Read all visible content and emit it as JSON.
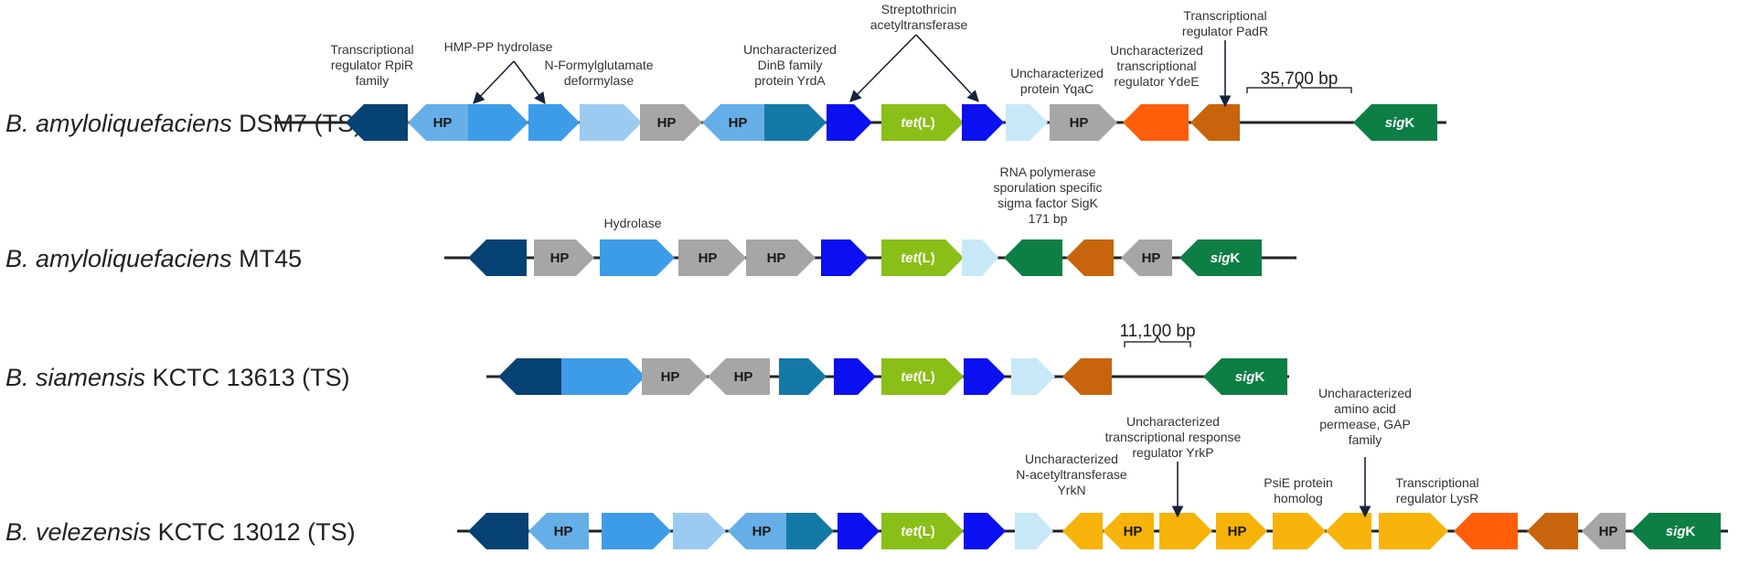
{
  "colors": {
    "navy": "#064273",
    "lightblue": "#66aee8",
    "mediumblue": "#3d9ce8",
    "paleblue": "#9ccbf2",
    "gray": "#a6a6a6",
    "teal": "#1579a8",
    "royal": "#0a10f0",
    "green": "#8abf17",
    "skyblue": "#c7e9f7",
    "orange": "#ff5e0a",
    "brown": "#c8650c",
    "darkgreen": "#0d7f45",
    "amber": "#f7b30a"
  },
  "tracks": [
    {
      "genus": "B. amyloliquefaciens",
      "strain": "DSM7 (TS)",
      "genes": [
        {
          "color": "navy",
          "dir": "L"
        },
        {
          "color": "lightblue",
          "dir": "L",
          "label": "HP"
        },
        {
          "color": "mediumblue",
          "dir": "R"
        },
        {
          "color": "mediumblue",
          "dir": "R"
        },
        {
          "color": "paleblue",
          "dir": "R"
        },
        {
          "color": "gray",
          "dir": "R",
          "label": "HP"
        },
        {
          "color": "lightblue",
          "dir": "L",
          "label": "HP"
        },
        {
          "color": "teal",
          "dir": "R"
        },
        {
          "color": "royal",
          "dir": "R"
        },
        {
          "color": "green",
          "dir": "R",
          "label": "tet",
          "label_suffix": "(L)"
        },
        {
          "color": "royal",
          "dir": "R"
        },
        {
          "color": "skyblue",
          "dir": "R"
        },
        {
          "color": "gray",
          "dir": "R",
          "label": "HP"
        },
        {
          "color": "orange",
          "dir": "L"
        },
        {
          "color": "brown",
          "dir": "L"
        },
        {
          "color": "darkgreen",
          "dir": "L",
          "label": "sig",
          "label_suffix": "K"
        }
      ],
      "gap": {
        "label": "35,700 bp"
      }
    },
    {
      "genus": "B. amyloliquefaciens",
      "strain": "MT45",
      "genes": [
        {
          "color": "navy",
          "dir": "L"
        },
        {
          "color": "gray",
          "dir": "R",
          "label": "HP"
        },
        {
          "color": "mediumblue",
          "dir": "R"
        },
        {
          "color": "gray",
          "dir": "R",
          "label": "HP"
        },
        {
          "color": "gray",
          "dir": "R",
          "label": "HP"
        },
        {
          "color": "royal",
          "dir": "R"
        },
        {
          "color": "green",
          "dir": "R",
          "label": "tet",
          "label_suffix": "(L)"
        },
        {
          "color": "skyblue",
          "dir": "R"
        },
        {
          "color": "darkgreen",
          "dir": "L"
        },
        {
          "color": "brown",
          "dir": "L"
        },
        {
          "color": "gray",
          "dir": "L",
          "label": "HP"
        },
        {
          "color": "darkgreen",
          "dir": "L",
          "label": "sig",
          "label_suffix": "K"
        }
      ]
    },
    {
      "genus": "B. siamensis",
      "strain": "KCTC 13613 (TS)",
      "genes": [
        {
          "color": "navy",
          "dir": "L"
        },
        {
          "color": "mediumblue",
          "dir": "R"
        },
        {
          "color": "gray",
          "dir": "R",
          "label": "HP"
        },
        {
          "color": "gray",
          "dir": "L",
          "label": "HP"
        },
        {
          "color": "teal",
          "dir": "R"
        },
        {
          "color": "royal",
          "dir": "R"
        },
        {
          "color": "green",
          "dir": "R",
          "label": "tet",
          "label_suffix": "(L)"
        },
        {
          "color": "royal",
          "dir": "R"
        },
        {
          "color": "skyblue",
          "dir": "R"
        },
        {
          "color": "brown",
          "dir": "L"
        },
        {
          "color": "darkgreen",
          "dir": "L",
          "label": "sig",
          "label_suffix": "K"
        }
      ],
      "gap": {
        "label": "11,100 bp"
      }
    },
    {
      "genus": "B. velezensis",
      "strain": "KCTC 13012 (TS)",
      "genes": [
        {
          "color": "navy",
          "dir": "L"
        },
        {
          "color": "lightblue",
          "dir": "L",
          "label": "HP"
        },
        {
          "color": "mediumblue",
          "dir": "R"
        },
        {
          "color": "paleblue",
          "dir": "R"
        },
        {
          "color": "lightblue",
          "dir": "L",
          "label": "HP"
        },
        {
          "color": "teal",
          "dir": "R"
        },
        {
          "color": "royal",
          "dir": "R"
        },
        {
          "color": "green",
          "dir": "R",
          "label": "tet",
          "label_suffix": "(L)"
        },
        {
          "color": "royal",
          "dir": "R"
        },
        {
          "color": "skyblue",
          "dir": "R"
        },
        {
          "color": "amber",
          "dir": "L"
        },
        {
          "color": "amber",
          "dir": "L",
          "label": "HP"
        },
        {
          "color": "amber",
          "dir": "R"
        },
        {
          "color": "amber",
          "dir": "R",
          "label": "HP"
        },
        {
          "color": "amber",
          "dir": "R"
        },
        {
          "color": "amber",
          "dir": "L"
        },
        {
          "color": "amber",
          "dir": "R"
        },
        {
          "color": "orange",
          "dir": "L"
        },
        {
          "color": "brown",
          "dir": "L"
        },
        {
          "color": "gray",
          "dir": "L",
          "label": "HP"
        },
        {
          "color": "darkgreen",
          "dir": "L",
          "label": "sig",
          "label_suffix": "K"
        }
      ]
    }
  ],
  "annotations": [
    {
      "lines": [
        "Transcriptional",
        "regulator RpiR",
        "family"
      ]
    },
    {
      "lines": [
        "HMP-PP hydrolase"
      ]
    },
    {
      "lines": [
        "N-Formylglutamate",
        "deformylase"
      ]
    },
    {
      "lines": [
        "Uncharacterized",
        "DinB family",
        "protein YrdA"
      ]
    },
    {
      "lines": [
        "Streptothricin",
        "acetyltransferase"
      ]
    },
    {
      "lines": [
        "Uncharacterized",
        "protein YqaC"
      ]
    },
    {
      "lines": [
        "Uncharacterized",
        "transcriptional",
        "regulator YdeE"
      ]
    },
    {
      "lines": [
        "Transcriptional",
        "regulator PadR"
      ]
    },
    {
      "lines": [
        "Hydrolase"
      ]
    },
    {
      "lines": [
        "RNA polymerase",
        "sporulation specific",
        "sigma factor SigK",
        "171 bp"
      ]
    },
    {
      "lines": [
        "Uncharacterized",
        "N-acetyltransferase",
        "YrkN"
      ]
    },
    {
      "lines": [
        "Uncharacterized",
        "transcriptional response",
        "regulator YrkP"
      ]
    },
    {
      "lines": [
        "PsiE protein",
        "homolog"
      ]
    },
    {
      "lines": [
        "Uncharacterized",
        "amino acid",
        "permease, GAP",
        "family"
      ]
    },
    {
      "lines": [
        "Transcriptional",
        "regulator LysR"
      ]
    }
  ]
}
